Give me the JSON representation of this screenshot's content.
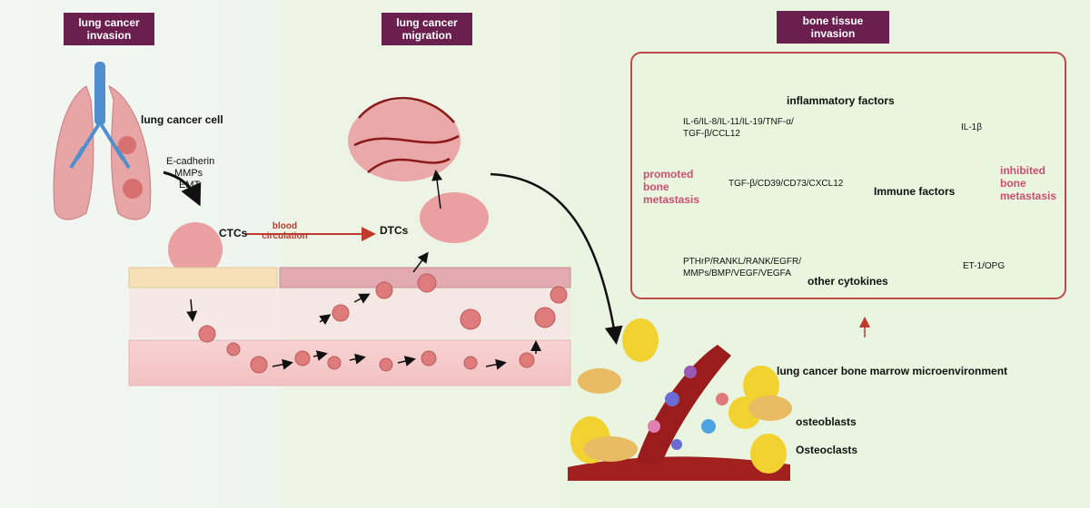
{
  "stages": {
    "invasion": "lung cancer invasion",
    "migration": "lung cancer migration",
    "bone": "bone tissue invasion"
  },
  "left": {
    "lung_cancer_cell": "lung cancer cell",
    "markers": [
      "E-cadherin",
      "MMPs",
      "EMT"
    ],
    "ctcs": "CTCs",
    "blood_circulation": "blood circulation",
    "dtcs": "DTCs"
  },
  "bone_box": {
    "inflammatory": "inflammatory factors",
    "inflammatory_promote": [
      "IL-6/IL-8/IL-11/IL-19/TNF-α/",
      "TGF-β/CCL12"
    ],
    "inflammatory_inhibit": "IL-1β",
    "promoted": [
      "promoted",
      "bone",
      "metastasis"
    ],
    "inhibited": [
      "inhibited",
      "bone",
      "metastasis"
    ],
    "immune_list": "TGF-β/CD39/CD73/CXCL12",
    "immune": "Immune factors",
    "cytokine_promote": [
      "PTHrP/RANKL/RANK/EGFR/",
      "MMPs/BMP/VEGF/VEGFA"
    ],
    "cytokine_inhibit": "ET-1/OPG",
    "cytokines": "other cytokines"
  },
  "bottom": {
    "microenvironment": "lung cancer bone marrow microenvironment",
    "osteoblasts": "osteoblasts",
    "osteoclasts": "Osteoclasts"
  },
  "colors": {
    "stage_label": "#6a1f4f",
    "box_border": "#c0474e",
    "red_text": "#c9506f",
    "cell": "#e88a8a"
  }
}
